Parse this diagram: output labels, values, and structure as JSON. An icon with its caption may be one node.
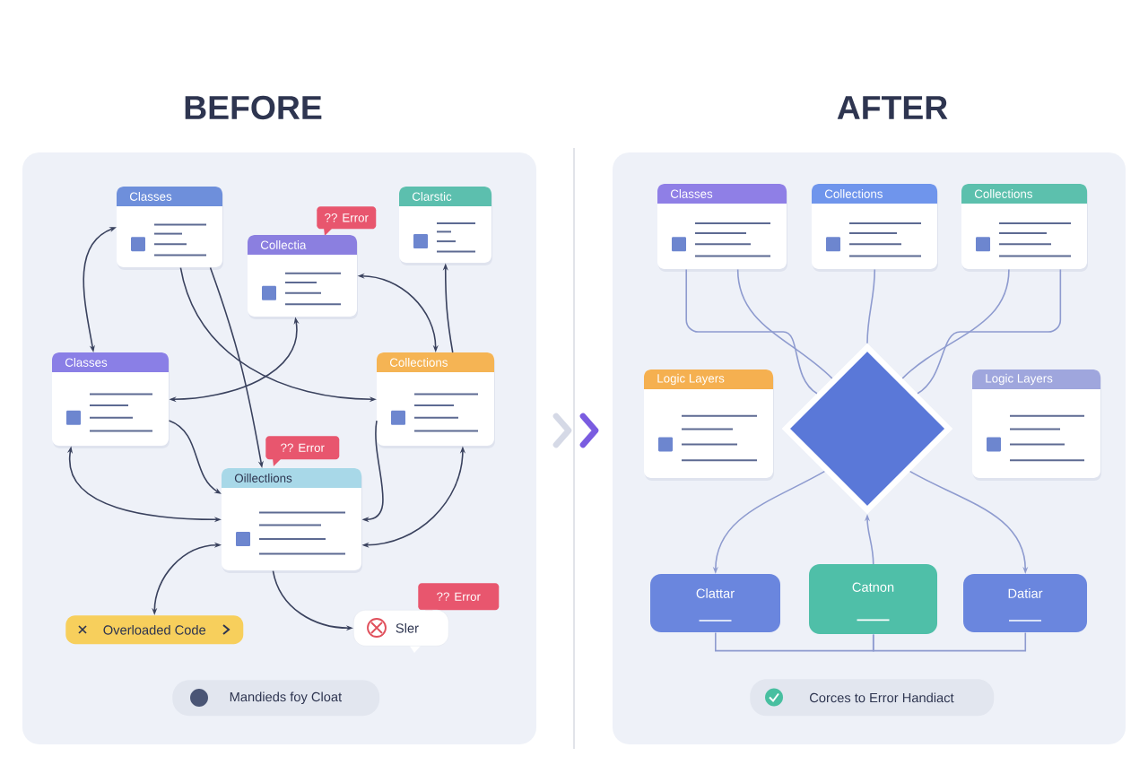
{
  "diagram": {
    "nodes": [
      {
        "text": [
          "Classes"
        ]
      },
      {
        "text": [
          "?? Error"
        ]
      },
      {
        "text": [
          "Clarstic"
        ]
      },
      {
        "text": [
          "Collectia"
        ]
      },
      {
        "text": [
          "Classes"
        ]
      },
      {
        "text": [
          "Collections"
        ]
      },
      {
        "text": [
          "?? Error"
        ]
      },
      {
        "text": [
          "Oillectlions"
        ]
      },
      {
        "text": [
          "?? Error"
        ]
      },
      {
        "text": [
          "Overloaded Code"
        ]
      },
      {
        "text": [
          "Sler"
        ]
      },
      {
        "text": [
          "Mandieds foy Cloat"
        ]
      },
      {
        "text": [
          "Classes"
        ]
      },
      {
        "text": [
          "Collections"
        ]
      },
      {
        "text": [
          "Collections"
        ]
      },
      {
        "text": [
          "Logic Layers"
        ]
      },
      {
        "text": [],
        "shape": "diamond"
      },
      {
        "text": [
          "Logic Layers"
        ]
      },
      {
        "text": [
          "Clattar"
        ]
      },
      {
        "text": [
          "Catnon"
        ]
      },
      {
        "text": [
          "Datiar"
        ]
      },
      {
        "text": [
          "Corces to Error Handiact"
        ]
      }
    ],
    "edges": [
      {
        "from": 0,
        "to": 4,
        "arrow": "both"
      },
      {
        "from": 0,
        "to": 5,
        "arrow": "to"
      },
      {
        "from": 4,
        "to": 3,
        "arrow": "both"
      },
      {
        "from": 0,
        "to": 7,
        "arrow": "to"
      },
      {
        "from": 3,
        "to": 5,
        "arrow": "both"
      },
      {
        "from": 5,
        "to": 2,
        "arrow": "to"
      },
      {
        "from": 4,
        "to": 7,
        "arrow": "both"
      },
      {
        "from": 4,
        "to": 7,
        "arrow": "to"
      },
      {
        "from": 5,
        "to": 7,
        "arrow": "to"
      },
      {
        "from": 5,
        "to": 7,
        "arrow": "both"
      },
      {
        "from": 7,
        "to": 9,
        "arrow": "both"
      },
      {
        "from": 7,
        "to": 10,
        "arrow": "to"
      },
      {
        "from": 12,
        "to": 16,
        "arrow": "none",
        "color": "#8e9bcf"
      },
      {
        "from": 12,
        "to": 16,
        "arrow": "none",
        "color": "#8e9bcf"
      },
      {
        "from": 13,
        "to": 16,
        "arrow": "none",
        "color": "#8e9bcf"
      },
      {
        "from": 14,
        "to": 16,
        "arrow": "none",
        "color": "#8e9bcf"
      },
      {
        "from": 14,
        "to": 16,
        "arrow": "none",
        "color": "#8e9bcf"
      },
      {
        "from": 16,
        "to": 18,
        "arrow": "to",
        "color": "#8e9bcf"
      },
      {
        "from": 19,
        "to": 16,
        "arrow": "to",
        "color": "#8e9bcf"
      },
      {
        "from": 16,
        "to": 20,
        "arrow": "to",
        "color": "#8e9bcf"
      },
      {
        "from": 18,
        "to": 19,
        "arrow": "none",
        "color": "#8e9bcf"
      },
      {
        "from": 20,
        "to": 19,
        "arrow": "none",
        "color": "#8e9bcf"
      }
    ],
    "labels": [
      "BEFORE",
      "AFTER"
    ]
  }
}
